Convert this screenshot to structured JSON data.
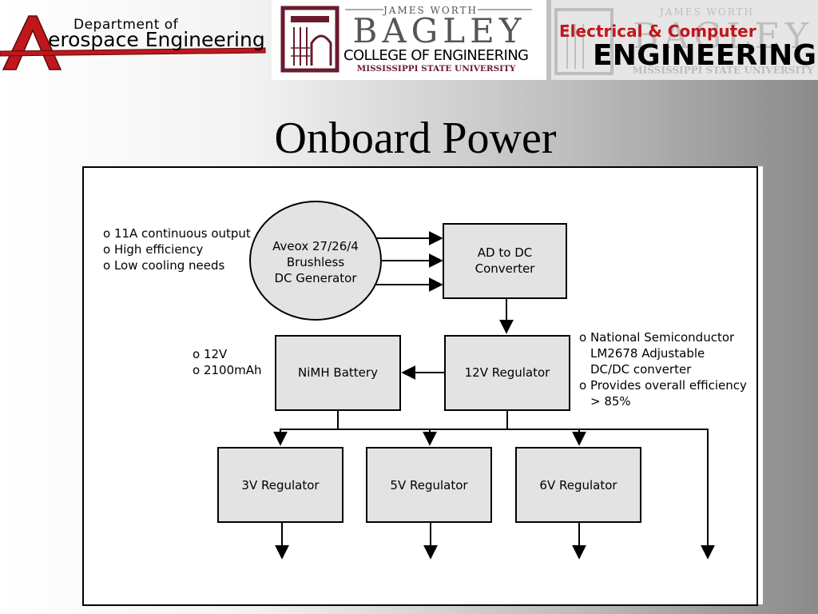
{
  "header": {
    "aero_logo": {
      "line1": "Department of",
      "line2_initial": "A",
      "line2_rest": "erospace Engineering"
    },
    "bagley_logo": {
      "top": "JAMES WORTH",
      "name": "BAGLEY",
      "college": "COLLEGE OF ENGINEERING",
      "university": "MISSISSIPPI STATE UNIVERSITY"
    },
    "ece_logo": {
      "line1": "Electrical & Computer",
      "line2": "ENGINEERING",
      "bg_top": "JAMES WORTH",
      "bg_name": "BAGLEY",
      "bg_university": "MISSISSIPPI STATE UNIVERSITY"
    }
  },
  "title": "Onboard Power",
  "diagram": {
    "generator": {
      "line1": "Aveox 27/26/4",
      "line2": "Brushless",
      "line3": "DC Generator"
    },
    "converter": {
      "line1": "AD to DC",
      "line2": "Converter"
    },
    "battery": "NiMH Battery",
    "reg12": "12V Regulator",
    "reg3": "3V Regulator",
    "reg5": "5V Regulator",
    "reg6": "6V Regulator",
    "generator_notes": [
      "o 11A continuous output",
      "o High efficiency",
      "o Low cooling needs"
    ],
    "battery_notes": [
      "o 12V",
      "o 2100mAh"
    ],
    "regulator_notes": [
      "o National Semiconductor",
      "LM2678 Adjustable",
      "DC/DC converter",
      "o Provides overall efficiency",
      "> 85%"
    ]
  },
  "colors": {
    "box_fill": "#e3e3e3",
    "aero_red": "#c0171d",
    "maroon": "#6b1b2e",
    "ece_red": "#c0171d"
  }
}
